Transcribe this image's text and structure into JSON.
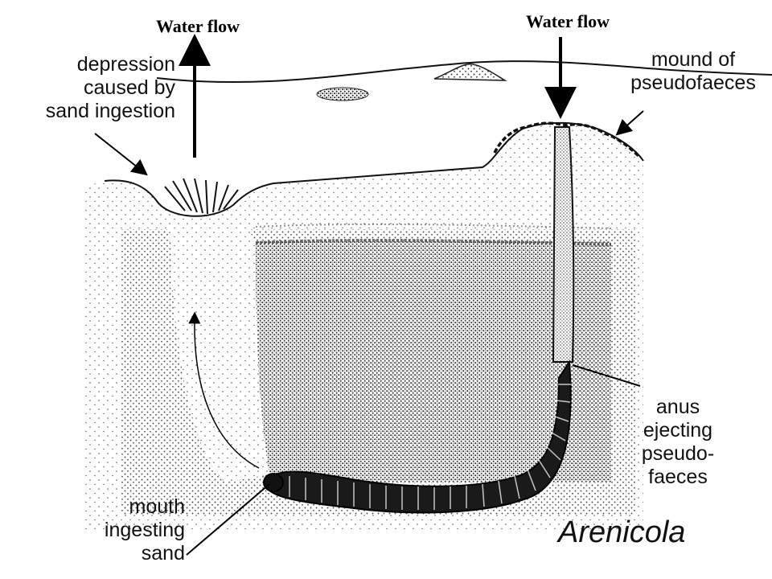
{
  "diagram": {
    "flow_left": "Water flow",
    "flow_right": "Water flow",
    "depression": [
      "depression",
      "caused by",
      "sand ingestion"
    ],
    "mound": [
      "mound of",
      "pseudofaeces"
    ],
    "anus": [
      "anus",
      "ejecting",
      "pseudo-",
      "faeces"
    ],
    "mouth": [
      "mouth",
      "ingesting",
      "sand"
    ],
    "species": "Arenicola"
  }
}
